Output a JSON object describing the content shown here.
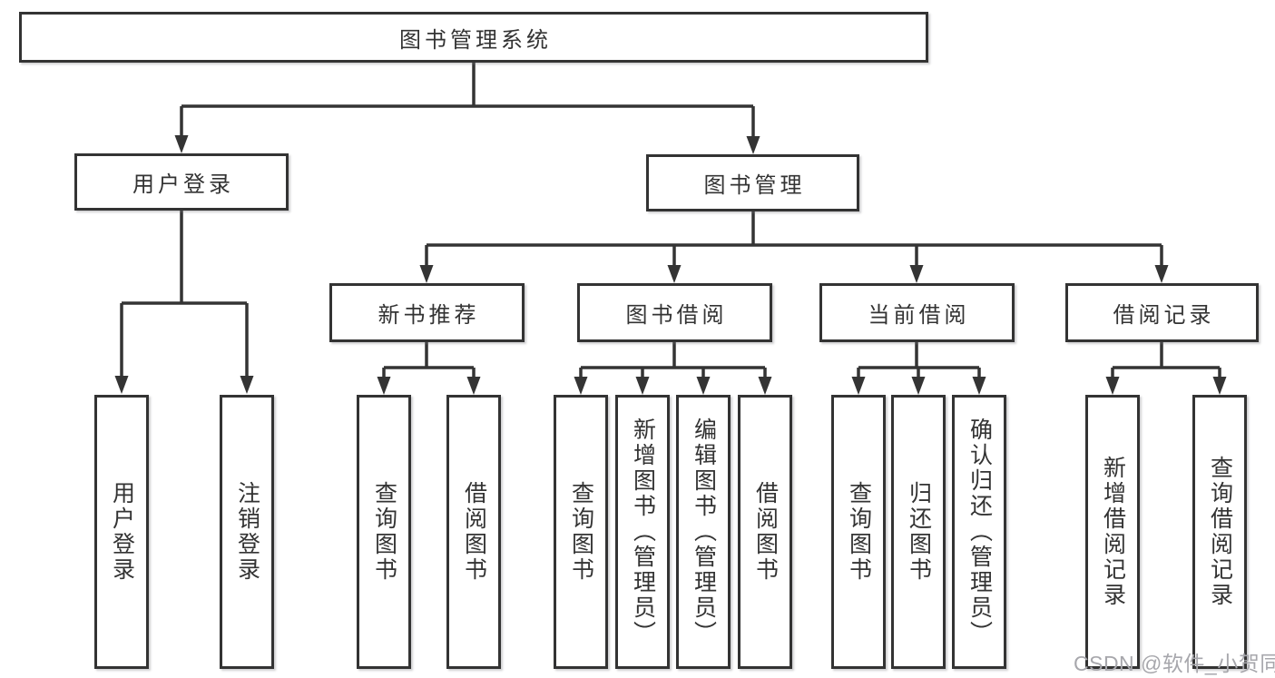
{
  "diagram": {
    "title": "图书管理系统",
    "level2": {
      "userLogin": {
        "label": "用户登录",
        "children": {
          "login": "用户登录",
          "logout": "注销登录"
        }
      },
      "bookMgmt": {
        "label": "图书管理",
        "sections": {
          "newBooks": {
            "label": "新书推荐",
            "children": {
              "query": "查询图书",
              "borrow": "借阅图书"
            }
          },
          "bookBorrow": {
            "label": "图书借阅",
            "children": {
              "query": "查询图书",
              "add": "新增图书（管理员）",
              "edit": "编辑图书（管理员）",
              "borrow": "借阅图书"
            }
          },
          "currentBorrow": {
            "label": "当前借阅",
            "children": {
              "query": "查询图书",
              "return": "归还图书",
              "confirm": "确认归还（管理员）"
            }
          },
          "borrowRecords": {
            "label": "借阅记录",
            "children": {
              "add": "新增借阅记录",
              "query": "查询借阅记录"
            }
          }
        }
      }
    }
  },
  "watermark": {
    "text": "CSDN @软件_小贺同学"
  },
  "colors": {
    "line": "#343434",
    "text": "#333333",
    "watermark": "#a7a7ac",
    "background": "#ffffff"
  }
}
